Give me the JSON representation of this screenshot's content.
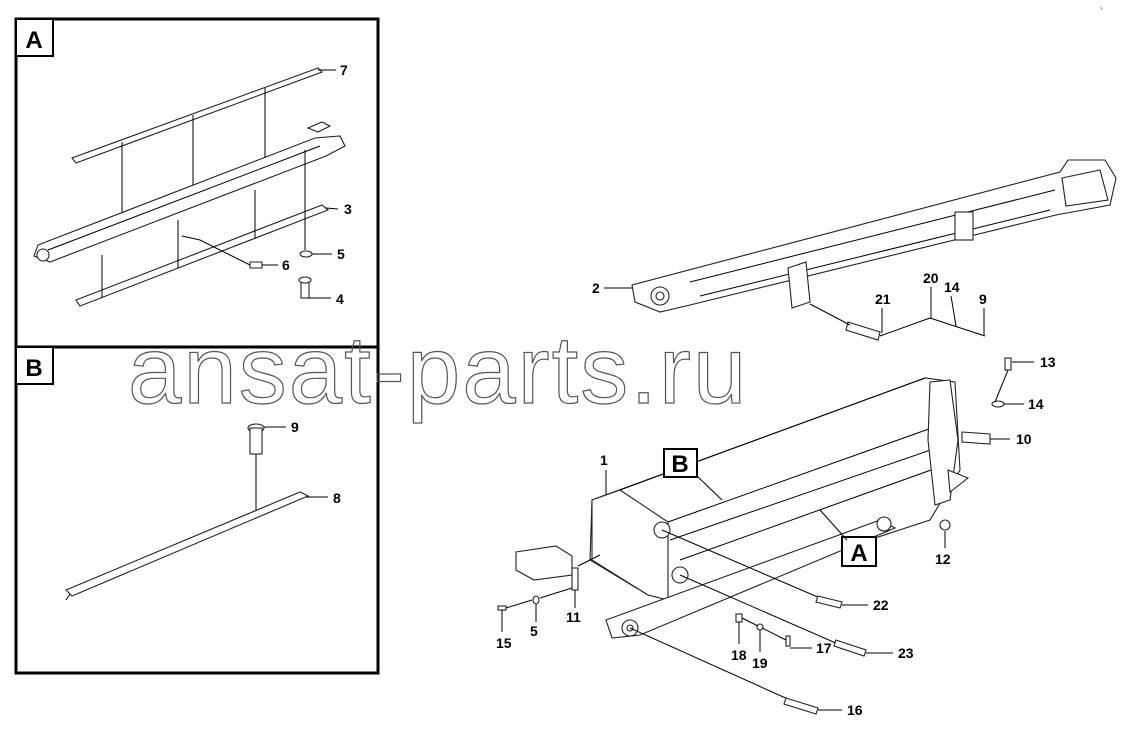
{
  "panels": {
    "a": {
      "label": "A"
    },
    "b": {
      "label": "B"
    }
  },
  "section_tags": {
    "a": "A",
    "b": "B"
  },
  "callouts": {
    "a7": "7",
    "a3": "3",
    "a5": "5",
    "a6": "6",
    "a4": "4",
    "b9": "9",
    "b8": "8",
    "c1": "1",
    "c2": "2",
    "c21": "21",
    "c20": "20",
    "c14a": "14",
    "c9": "9",
    "c13": "13",
    "c14b": "14",
    "c10": "10",
    "c12": "12",
    "c22": "22",
    "c11": "11",
    "c15": "15",
    "c5": "5",
    "c18": "18",
    "c19": "19",
    "c17": "17",
    "c23": "23",
    "c16": "16"
  },
  "watermark": "ansat-parts.ru",
  "corner_tag": "s"
}
